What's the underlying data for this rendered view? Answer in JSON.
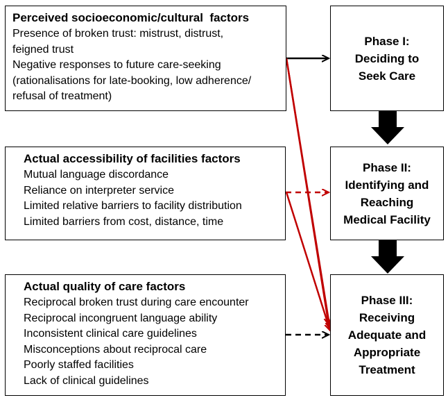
{
  "factor_boxes": [
    {
      "title": "Perceived socioeconomic/cultural  factors",
      "items": [
        "Presence of broken trust: mistrust, distrust,",
        "feigned trust",
        "Negative responses to future care-seeking",
        "(rationalisations for late-booking, low adherence/",
        "refusal of treatment)"
      ]
    },
    {
      "title": "Actual accessibility of facilities factors",
      "items": [
        "Mutual language discordance",
        "Reliance on interpreter service",
        "Limited relative barriers to facility distribution",
        "Limited barriers from cost, distance, time"
      ]
    },
    {
      "title": "Actual quality of care factors",
      "items": [
        "Reciprocal broken trust during care encounter",
        "Reciprocal incongruent language ability",
        "Inconsistent clinical care guidelines",
        "Misconceptions about reciprocal care",
        "Poorly staffed facilities",
        "Lack of clinical guidelines"
      ]
    }
  ],
  "phases": [
    {
      "lines": [
        "Phase I:",
        "Deciding to",
        "Seek Care"
      ]
    },
    {
      "lines": [
        "Phase II:",
        "Identifying and",
        "Reaching",
        "Medical Facility"
      ]
    },
    {
      "lines": [
        "Phase III:",
        "Receiving",
        "Adequate and",
        "Appropriate",
        "Treatment"
      ]
    }
  ],
  "colors": {
    "border": "#000000",
    "solid_arrow": "#000000",
    "red_arrow": "#c00000",
    "flow_arrow": "#000000"
  }
}
